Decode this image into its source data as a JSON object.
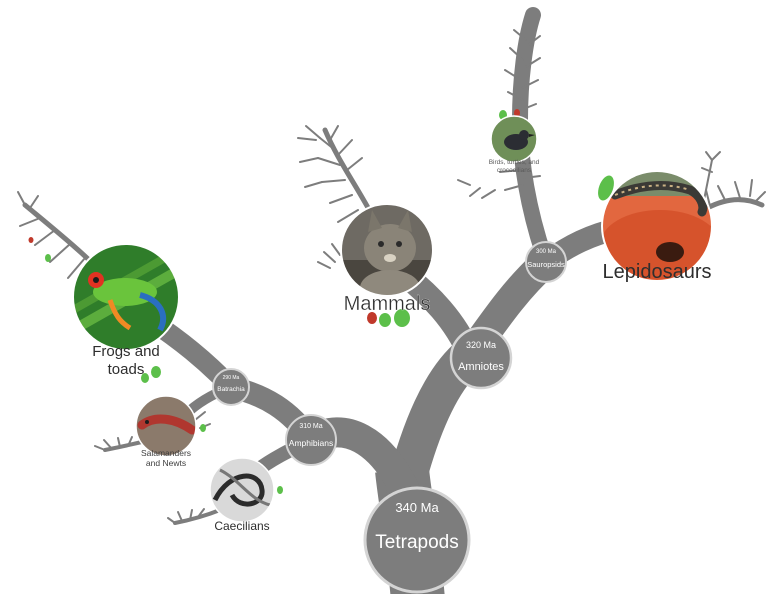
{
  "tree": {
    "root": {
      "time": "340 Ma",
      "name": "Tetrapods"
    },
    "nodes": {
      "amniotes": {
        "time": "320 Ma",
        "name": "Amniotes"
      },
      "sauropsids": {
        "time": "300 Ma",
        "name": "Sauropsids"
      },
      "amphibians": {
        "time": "310 Ma",
        "name": "Amphibians"
      },
      "batrachia": {
        "time": "290 Ma",
        "name": "Batrachia"
      }
    },
    "groups": {
      "mammals": {
        "label": "Mammals"
      },
      "lepidosaurs": {
        "label": "Lepidosaurs"
      },
      "birds": {
        "line1": "Birds, turtles, and",
        "line2": "crocodilians"
      },
      "frogs": {
        "line1": "Frogs and",
        "line2": "toads"
      },
      "salamanders": {
        "line1": "Salamanders",
        "line2": "and Newts"
      },
      "caecilians": {
        "label": "Caecilians"
      }
    }
  },
  "colors": {
    "branch": "#7d7d7d",
    "node_ring": "#d4d4d4",
    "leaf_green": "#5cbf4a",
    "leaf_red": "#c0392b"
  },
  "icons": {
    "photos": [
      "cat-photo",
      "lizard-photo",
      "bird-photo",
      "frog-photo",
      "salamander-photo",
      "caecilian-photo"
    ]
  }
}
